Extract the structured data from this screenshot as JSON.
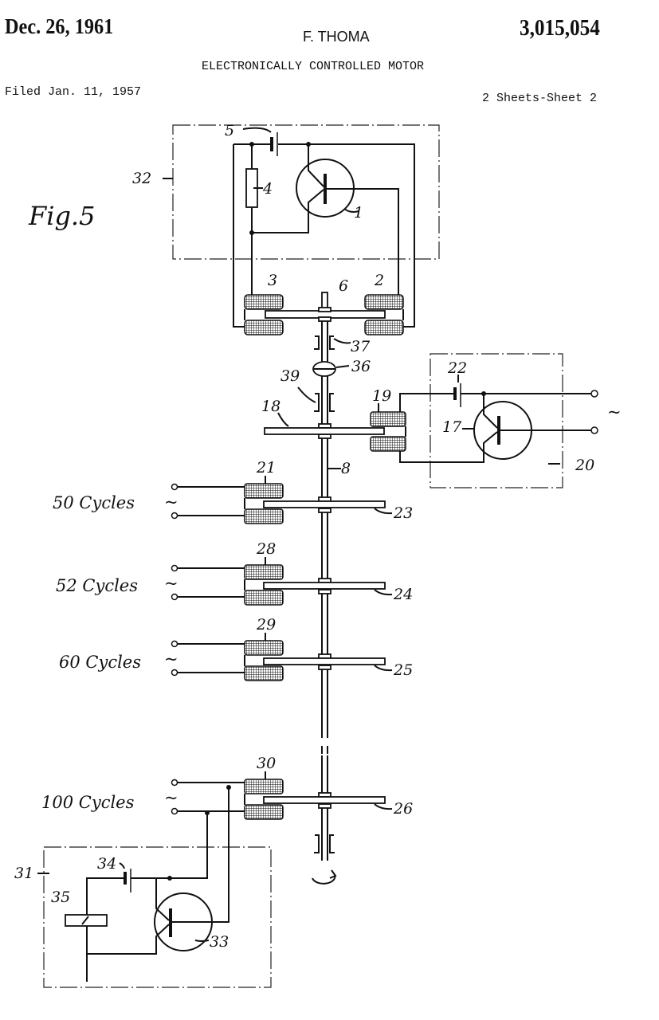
{
  "header": {
    "date": "Dec. 26, 1961",
    "inventor": "F. THOMA",
    "patent_number": "3,015,054",
    "title": "ELECTRONICALLY CONTROLLED MOTOR",
    "filed": "Filed Jan. 11, 1957",
    "sheets": "2 Sheets-Sheet 2"
  },
  "figure": {
    "label": "Fig.5",
    "reference_numerals": {
      "transistor_main": "1",
      "coil_right_top": "2",
      "coil_left_top": "3",
      "resistor": "4",
      "battery_main": "5",
      "rotor_top": "6",
      "shaft": "8",
      "transistor_aux": "17",
      "rotor_18": "18",
      "coil_19": "19",
      "box_20": "20",
      "coil_21": "21",
      "battery_22": "22",
      "rotor_23": "23",
      "rotor_24": "24",
      "rotor_25": "25",
      "rotor_26": "26",
      "coil_28": "28",
      "coil_29": "29",
      "coil_30": "30",
      "box_31": "31",
      "box_32": "32",
      "transistor_33": "33",
      "battery_34": "34",
      "crystal_35": "35",
      "coupling_36": "36",
      "bearing_37": "37",
      "bearing_39": "39"
    },
    "frequency_labels": [
      "50 Cycles",
      "52 Cycles",
      "60 Cycles",
      "100 Cycles"
    ],
    "ac_symbol": "~"
  }
}
